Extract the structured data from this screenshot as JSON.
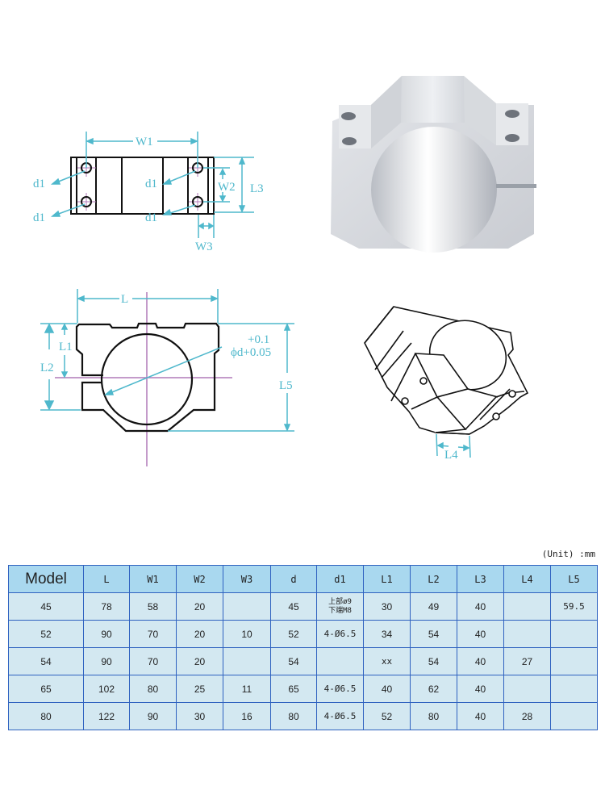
{
  "diagrams": {
    "top_view": {
      "labels": {
        "w1": "W1",
        "w2": "W2",
        "w3": "W3",
        "l3": "L3",
        "d1": "d1"
      }
    },
    "front_view": {
      "labels": {
        "l": "L",
        "l1": "L1",
        "l2": "L2",
        "l5": "L5",
        "tol_upper": "+0.1",
        "tol_main": "ϕd+0.05"
      }
    },
    "iso_view": {
      "labels": {
        "l4": "L4"
      }
    },
    "colors": {
      "dimension": "#4fb8cc",
      "centerline": "#b07ab8",
      "outline": "#111111"
    }
  },
  "table": {
    "unit_label": "(Unit) :mm",
    "headers": [
      "Model",
      "L",
      "W1",
      "W2",
      "W3",
      "d",
      "d1",
      "L1",
      "L2",
      "L3",
      "L4",
      "L5"
    ],
    "rows": [
      [
        "45",
        "78",
        "58",
        "20",
        "",
        "45",
        "上部ø9\n下端M8",
        "30",
        "49",
        "40",
        "",
        "59.5"
      ],
      [
        "52",
        "90",
        "70",
        "20",
        "10",
        "52",
        "4-Ø6.5",
        "34",
        "54",
        "40",
        "",
        ""
      ],
      [
        "54",
        "90",
        "70",
        "20",
        "",
        "54",
        "",
        "xx",
        "54",
        "40",
        "27",
        ""
      ],
      [
        "65",
        "102",
        "80",
        "25",
        "11",
        "65",
        "4-Ø6.5",
        "40",
        "62",
        "40",
        "",
        ""
      ],
      [
        "80",
        "122",
        "90",
        "30",
        "16",
        "80",
        "4-Ø6.5",
        "52",
        "80",
        "40",
        "28",
        ""
      ]
    ],
    "d1_row0_line1": "上部ø9",
    "d1_row0_line2": "下端M8",
    "colors": {
      "header_bg": "#a9d8ef",
      "cell_bg": "#d3e8f1",
      "border": "#2f62c0"
    }
  }
}
